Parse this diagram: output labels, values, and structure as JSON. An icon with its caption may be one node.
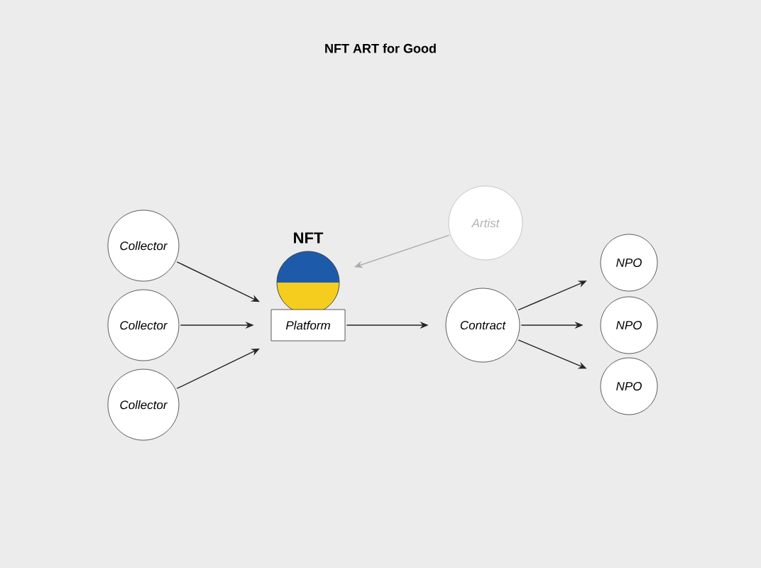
{
  "diagram": {
    "title": "NFT ART for Good",
    "nodes": [
      {
        "text": [
          "Collector"
        ]
      },
      {
        "text": [
          "Collector"
        ]
      },
      {
        "text": [
          "Collector"
        ]
      },
      {
        "text": [
          "NFT"
        ]
      },
      {
        "text": [
          "Platform"
        ]
      },
      {
        "text": [
          "Artist"
        ]
      },
      {
        "text": [
          "Contract"
        ]
      },
      {
        "text": [
          "NPO"
        ]
      },
      {
        "text": [
          "NPO"
        ]
      },
      {
        "text": [
          "NPO"
        ]
      }
    ],
    "edges": [
      {
        "from": 0,
        "to": 4,
        "arrow": "to"
      },
      {
        "from": 1,
        "to": 4,
        "arrow": "to"
      },
      {
        "from": 2,
        "to": 4,
        "arrow": "to"
      },
      {
        "from": 5,
        "to": 3,
        "arrow": "to",
        "color": "#aaaaaa"
      },
      {
        "from": 4,
        "to": 6,
        "arrow": "to"
      },
      {
        "from": 6,
        "to": 7,
        "arrow": "to"
      },
      {
        "from": 6,
        "to": 8,
        "arrow": "to"
      },
      {
        "from": 6,
        "to": 9,
        "arrow": "to"
      }
    ]
  }
}
